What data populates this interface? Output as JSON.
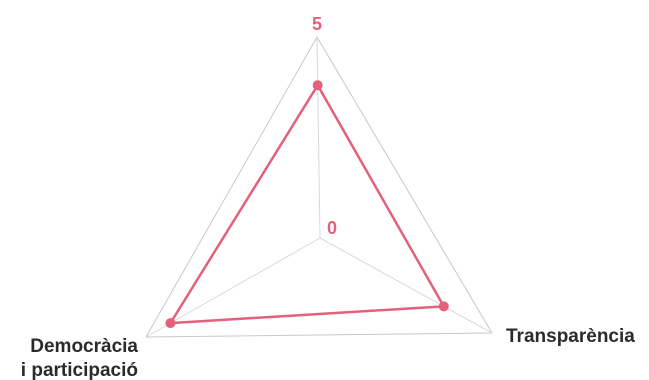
{
  "chart_data": {
    "type": "radar",
    "axes": [
      "",
      "Transparència",
      "Democràcia i participació"
    ],
    "axis_label_lines": [
      [],
      [
        "Transparència"
      ],
      [
        "Democràcia",
        "i participació"
      ]
    ],
    "range": [
      0,
      5
    ],
    "tick_labels": [
      "0",
      "5"
    ],
    "series": [
      {
        "values": [
          3.8,
          3.6,
          4.3
        ]
      }
    ],
    "grid": true,
    "colors": {
      "series": "#e4607d",
      "tick": "#e4607d",
      "grid": "#d9d9d9",
      "outer": "#c8c8c8"
    }
  }
}
